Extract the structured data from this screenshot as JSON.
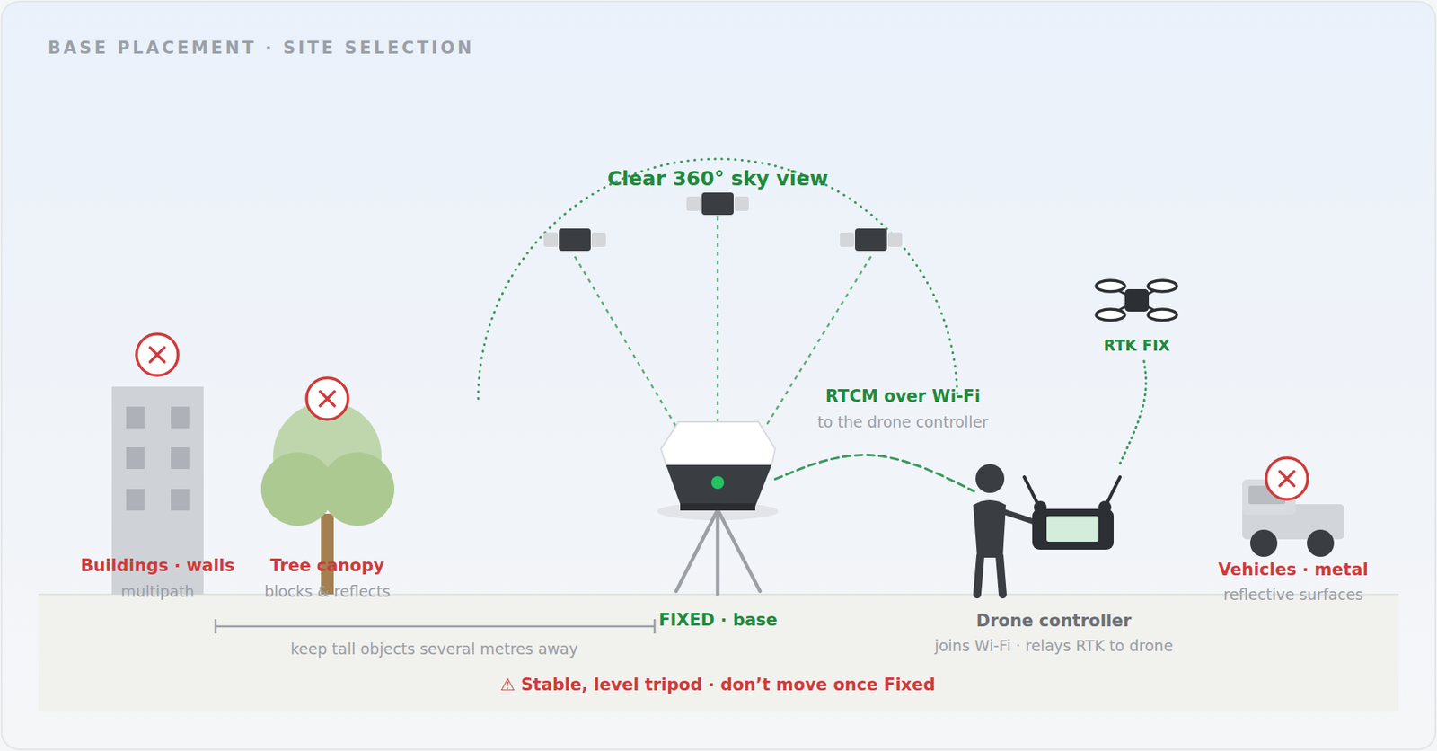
{
  "diagram": {
    "title": "BASE PLACEMENT · SITE SELECTION",
    "nodes": [
      {
        "text": [
          "Buildings · walls",
          "multipath"
        ]
      },
      {
        "text": [
          "Tree canopy",
          "blocks & reflects"
        ]
      },
      {
        "text": [
          "FIXED · base"
        ]
      },
      {
        "text": [
          "Drone controller",
          "joins Wi-Fi · relays RTK to drone"
        ]
      },
      {
        "text": [
          "RTK FIX"
        ]
      },
      {
        "text": [
          "Vehicles · metal",
          "reflective surfaces"
        ]
      }
    ],
    "edges": [
      {
        "from": 2,
        "to": 3,
        "label": "RTCM over Wi-Fi",
        "arrow": "none"
      },
      {
        "from": 3,
        "to": 4,
        "arrow": "none"
      }
    ],
    "labels": [
      "Clear 360° sky view",
      "to the drone controller",
      "keep tall objects several metres away",
      "⚠ Stable, level tripod · don’t move once Fixed"
    ]
  }
}
